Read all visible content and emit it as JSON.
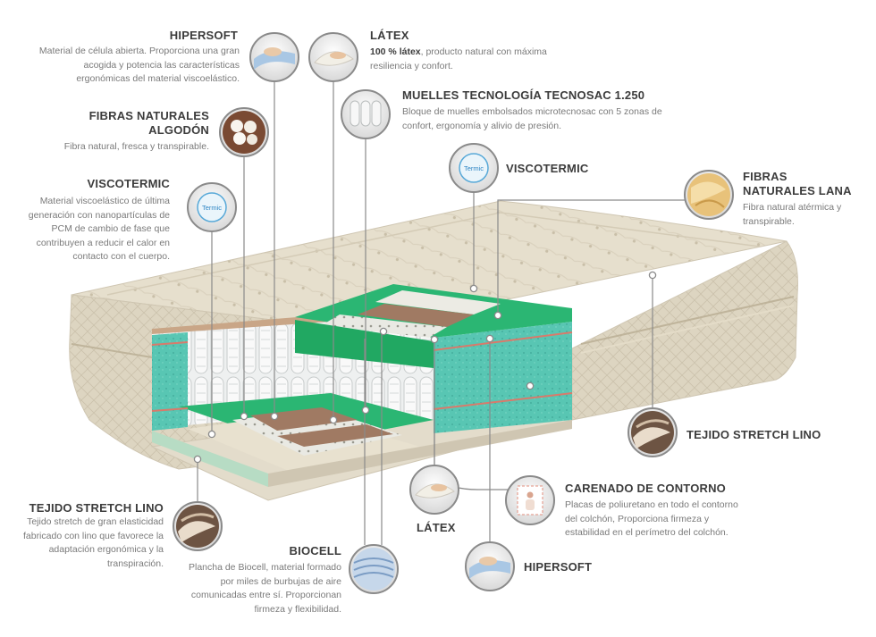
{
  "labels": {
    "hipersoft_top": {
      "title": "HIPERSOFT",
      "desc": "Material de célula abierta. Proporciona una gran acogida y potencia las características ergonómicas del material viscoelástico."
    },
    "latex_top": {
      "title": "LÁTEX",
      "desc_bold": "100 % látex",
      "desc": ", producto natural con máxima resiliencia y confort."
    },
    "muelles": {
      "title": "MUELLES TECNOLOGÍA TECNOSAC 1.250",
      "desc": "Bloque de muelles embolsados microtecnosac con 5 zonas de confort, ergonomía y alivio de presión."
    },
    "algodon": {
      "title_line1": "FIBRAS NATURALES",
      "title_line2": "ALGODÓN",
      "desc": "Fibra natural, fresca y transpirable."
    },
    "viscotermic_left": {
      "title": "VISCOTERMIC",
      "desc": "Material viscoelástico de última generación con nanopartículas de PCM de cambio de fase que contribuyen a reducir el calor en contacto con el cuerpo."
    },
    "viscotermic_right": {
      "title": "VISCOTERMIC"
    },
    "lana": {
      "title_line1": "FIBRAS",
      "title_line2": "NATURALES LANA",
      "desc": "Fibra natural atérmica y transpirable."
    },
    "stretch_right": {
      "title": "TEJIDO STRETCH LINO"
    },
    "carenado": {
      "title": "CARENADO DE CONTORNO",
      "desc": "Placas de poliuretano en todo el contorno del colchón, Proporciona firmeza y estabilidad en el perímetro del colchón."
    },
    "stretch_left": {
      "title": "TEJIDO STRETCH LINO",
      "desc": "Tejido stretch de gran elasticidad fabricado con lino que favorece la adaptación ergonómica y la transpiración."
    },
    "biocell": {
      "title": "BIOCELL",
      "desc": "Plancha de Biocell, material formado por miles de burbujas de aire comunicadas entre sí. Proporcionan firmeza y flexibilidad."
    },
    "latex_bottom": {
      "title": "LÁTEX"
    },
    "hipersoft_bottom": {
      "title": "HIPERSOFT"
    }
  },
  "icon_text": {
    "viscotermic_logo": "Termic"
  },
  "colors": {
    "green": "#2bb673",
    "mint": "#7ed9b8",
    "latex": "#a07a63",
    "cream": "#e8e1cf",
    "line": "#8a8a8a"
  }
}
